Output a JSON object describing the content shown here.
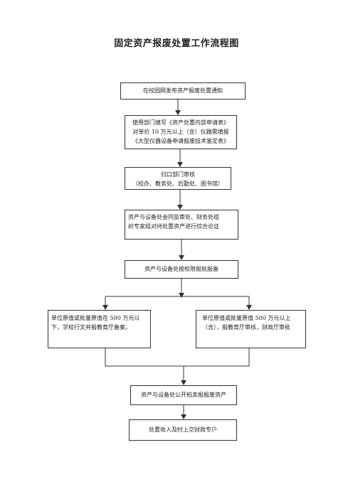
{
  "title": "固定资产报废处置工作流程图",
  "steps": [
    {
      "lines": [
        "在校园网发布资产报废处置通知"
      ]
    },
    {
      "lines": [
        "使用部门填写《资产处置内部申请表》",
        "对单价 10 万元以上（含）仪器需填报",
        "《大型仪器设备申请报废技术鉴定表》"
      ]
    },
    {
      "lines": [
        "归口部门审核",
        "（校办、教务处、后勤处、图书馆）"
      ]
    },
    {
      "lines": [
        "资产与设备处会同监审处、财务处组",
        "织专家组对待处置资产进行综合论证"
      ]
    },
    {
      "lines": [
        "资产与设备处按权限报批报备"
      ]
    },
    {
      "lines": [
        "资产与设备处公开拍卖报报废资产"
      ]
    },
    {
      "lines": [
        "处置收入及时上交财政专户"
      ]
    }
  ],
  "branches": {
    "left": {
      "lines": [
        "单位原值或批量原值在  500  万元以",
        "下，学校行文并报教育厅备案。"
      ]
    },
    "right": {
      "lines": [
        "单位原值或批量原值 500 万元以上",
        "（含），报教育厅审核，财政厅审批"
      ]
    }
  }
}
